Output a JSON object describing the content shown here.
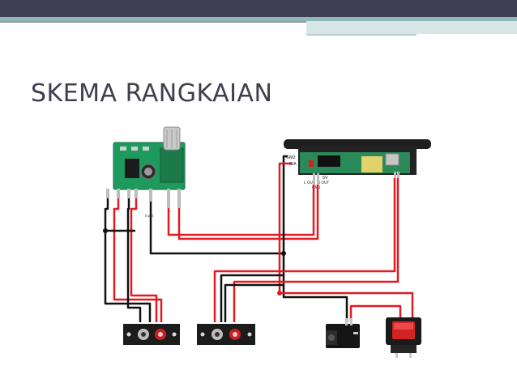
{
  "slide": {
    "title": "SKEMA RANGKAIAN"
  },
  "colors": {
    "header_dark": "#3e3f55",
    "header_teal": "#8eb8b8",
    "title": "#3f3f4e",
    "wire_red": "#e01b22",
    "wire_black": "#111111",
    "pcb_green": "#1f9a5e"
  },
  "diagram": {
    "player_pins": [
      "GND",
      "DIA",
      "5V"
    ],
    "player_bottom_labels": [
      "L OUT",
      "R OUT",
      "GND"
    ],
    "amp_pin_labels": [
      "+",
      "-"
    ],
    "amp_input_label": "Input"
  }
}
